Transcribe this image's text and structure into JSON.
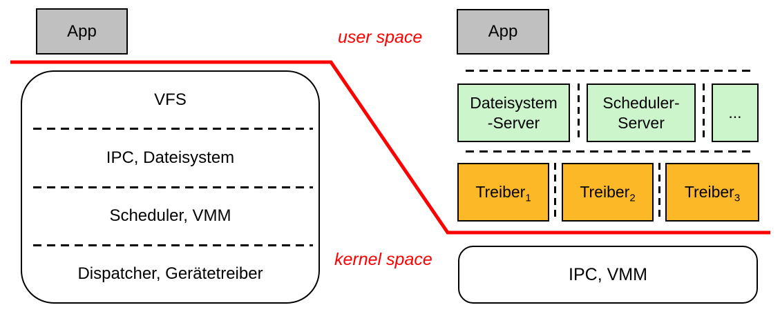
{
  "colors": {
    "boundary_red": "#FF0000",
    "app_gray": "#C0C0C0",
    "server_green": "#CCF5CC",
    "driver_orange": "#FDB827",
    "line_black": "#000000",
    "box_white": "#FFFFFF"
  },
  "boundary": {
    "user_space_label": "user space",
    "kernel_space_label": "kernel space"
  },
  "monolithic": {
    "app_label": "App",
    "layers": [
      "VFS",
      "IPC, Dateisystem",
      "Scheduler, VMM",
      "Dispatcher, Gerätetreiber"
    ]
  },
  "microkernel": {
    "app_label": "App",
    "servers": [
      {
        "line1": "Dateisystem",
        "line2": "-Server"
      },
      {
        "line1": "Scheduler-",
        "line2": "Server"
      },
      {
        "line1": "...",
        "line2": ""
      }
    ],
    "drivers": [
      {
        "base": "Treiber",
        "sub": "1"
      },
      {
        "base": "Treiber",
        "sub": "2"
      },
      {
        "base": "Treiber",
        "sub": "3"
      }
    ],
    "kernel_box_label": "IPC, VMM"
  }
}
